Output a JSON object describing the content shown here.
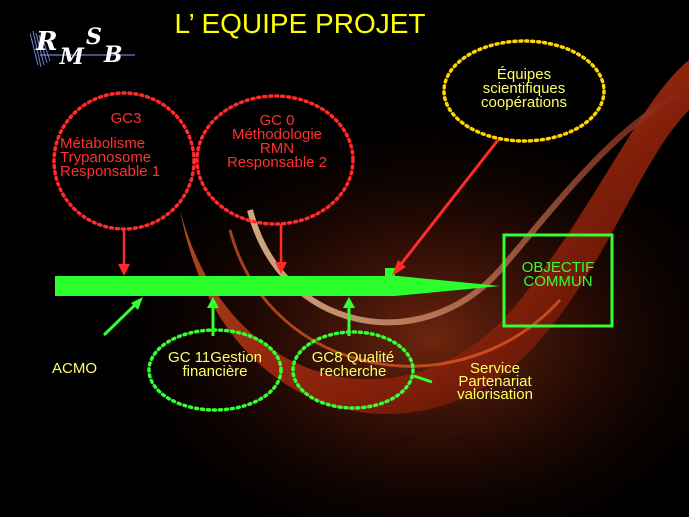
{
  "title": "L’ EQUIPE PROJET",
  "logo": {
    "letters": [
      "R",
      "M",
      "S",
      "B"
    ]
  },
  "circles": {
    "gc3": {
      "lines": [
        "GC3",
        "Métabolisme",
        "Trypanosome",
        "Responsable 1"
      ]
    },
    "gc0": {
      "lines": [
        "GC 0",
        "Méthodologie",
        "RMN",
        "Responsable 2"
      ]
    },
    "equipes": {
      "lines": [
        "Équipes",
        "scientifiques",
        "coopérations"
      ]
    },
    "gc11": {
      "lines": [
        "GC 11Gestion",
        "financière"
      ]
    },
    "gc8": {
      "lines": [
        "GC8 Qualité",
        "recherche"
      ]
    }
  },
  "objectif": {
    "lines": [
      "OBJECTIF",
      "COMMUN"
    ]
  },
  "labels": {
    "acmo": "ACMO",
    "service": [
      "Service",
      "Partenariat",
      "valorisation"
    ]
  },
  "colors": {
    "background": "#000000",
    "title": "#ffff00",
    "red": "#ff2a2a",
    "yellow": "#ffd400",
    "green": "#33ff33",
    "arrow": "#2bff2b",
    "white": "#ffffff"
  }
}
